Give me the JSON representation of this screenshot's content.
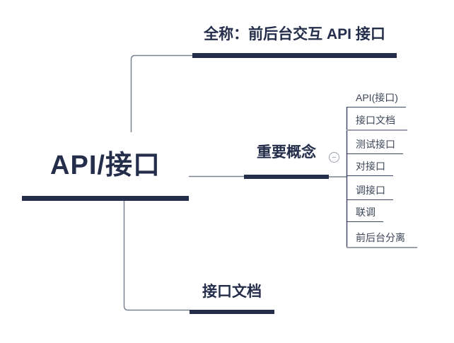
{
  "theme": {
    "navy": "#242e4b",
    "list_text": "#3b4557",
    "line_grey": "#7a8294",
    "underline_grey": "#9aa1ad",
    "child_line": "#3a4660",
    "canvas": "#ffffff"
  },
  "root": {
    "label": "API/接口"
  },
  "branches": {
    "full_name": {
      "label": "全称：前后台交互 API 接口"
    },
    "key_concepts": {
      "label": "重要概念",
      "collapse_icon": "−",
      "children": [
        {
          "label": "API(接口)",
          "underline": "dark"
        },
        {
          "label": "接口文档",
          "underline": "grey"
        },
        {
          "label": "测试接口",
          "underline": "dark"
        },
        {
          "label": "对接口",
          "underline": "dark"
        },
        {
          "label": "调接口",
          "underline": "dark"
        },
        {
          "label": "联调",
          "underline": "dark"
        },
        {
          "label": "前后台分离",
          "underline": "grey"
        }
      ]
    },
    "api_doc": {
      "label": "接口文档"
    }
  }
}
